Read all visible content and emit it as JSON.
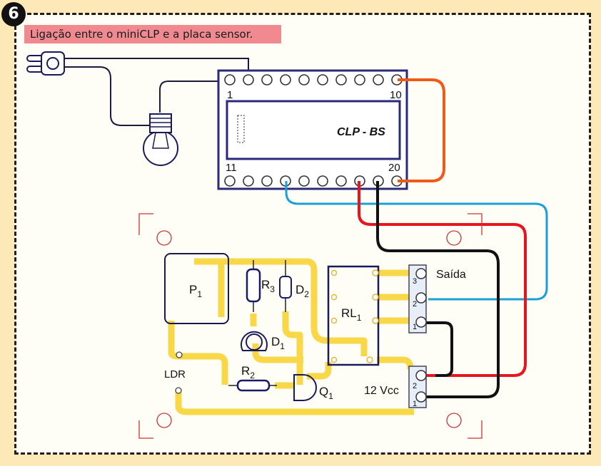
{
  "figure": {
    "number": "6",
    "caption": "Ligação entre o miniCLP e a placa sensor."
  },
  "clp": {
    "label": "CLP - BS",
    "pin_first_top": "1",
    "pin_last_top": "10",
    "pin_first_bottom": "11",
    "pin_last_bottom": "20"
  },
  "board": {
    "components": {
      "p1": "P",
      "p1_sub": "1",
      "r3": "R",
      "r3_sub": "3",
      "d2": "D",
      "d2_sub": "2",
      "d1": "D",
      "d1_sub": "1",
      "r2": "R",
      "r2_sub": "2",
      "q1": "Q",
      "q1_sub": "1",
      "rl1": "RL",
      "rl1_sub": "1",
      "ldr": "LDR"
    },
    "terminals": {
      "saida_label": "Saída",
      "saida_pins": [
        "1",
        "2",
        "3"
      ],
      "vcc_label": "12 Vcc",
      "vcc_pins": [
        "1",
        "2"
      ]
    }
  },
  "wire_colors": {
    "orange": "#f05a14",
    "blue": "#1aa0d8",
    "red": "#e8141e",
    "black": "#111111",
    "trace": "#f8d848"
  }
}
